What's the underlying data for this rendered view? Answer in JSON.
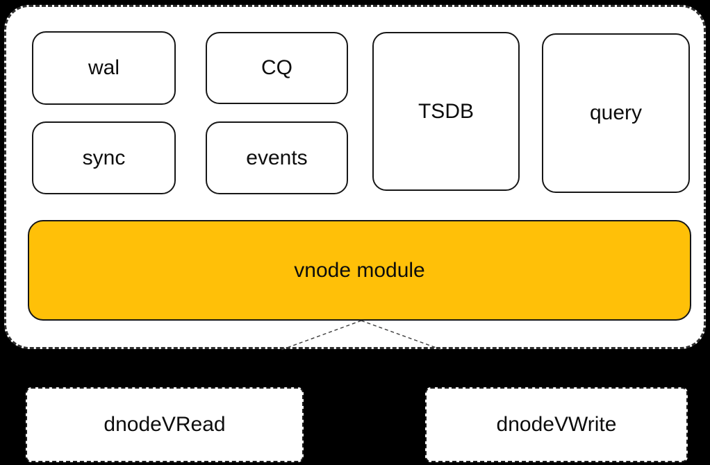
{
  "canvas": {
    "background": "#000000"
  },
  "container": {
    "fill": "#ffffff",
    "border_style": "dashed",
    "modules": [
      {
        "id": "wal",
        "label": "wal"
      },
      {
        "id": "cq",
        "label": "CQ"
      },
      {
        "id": "sync",
        "label": "sync"
      },
      {
        "id": "events",
        "label": "events"
      },
      {
        "id": "tsdb",
        "label": "TSDB"
      },
      {
        "id": "query",
        "label": "query"
      }
    ],
    "vnode_module": {
      "label": "vnode module",
      "fill": "#FFC008",
      "border": "#161616"
    }
  },
  "connectors": {
    "style": "dashed",
    "from": "vnode-module-bottom-center",
    "to": [
      "container-bottom-left-of-center",
      "container-bottom-right-of-center"
    ]
  },
  "external_modules": [
    {
      "id": "dnode-vread",
      "label": "dnodeVRead"
    },
    {
      "id": "dnode-vwrite",
      "label": "dnodeVWrite"
    }
  ]
}
